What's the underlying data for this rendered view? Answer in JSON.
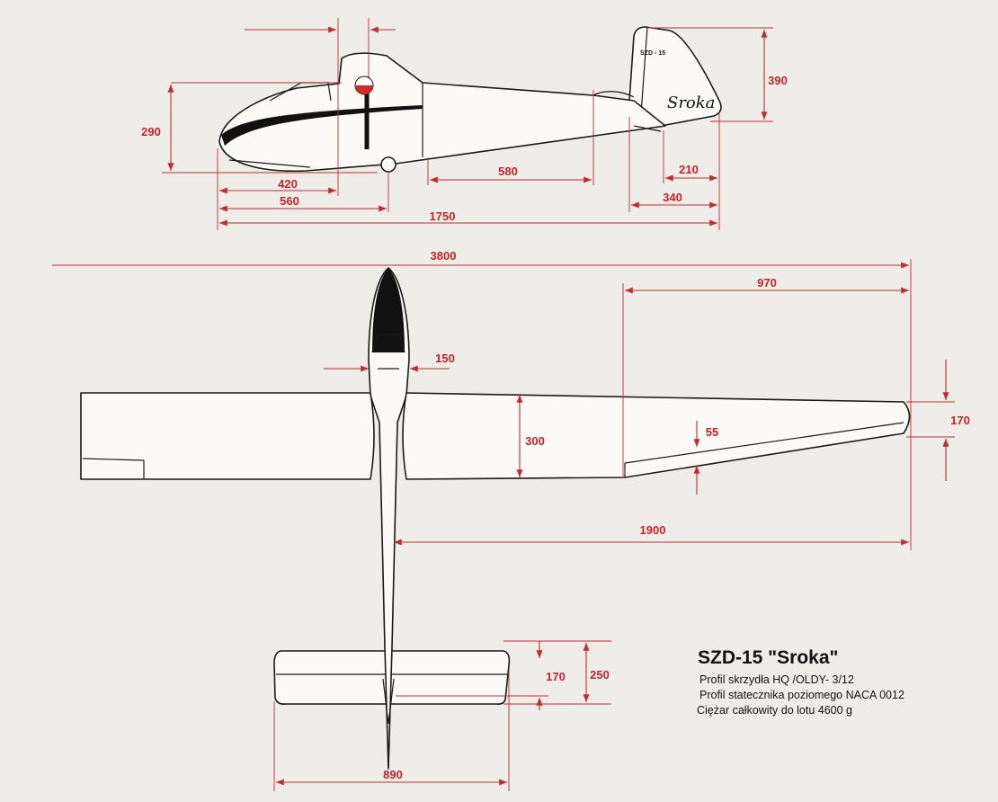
{
  "title": "SZD-15 \"Sroka\"",
  "info_lines": [
    "Profil skrzydła HQ /OLDY- 3/12",
    "Profil statecznika poziomego NACA 0012",
    "Ciężar całkowity do lotu 4600 g"
  ],
  "fin_markings": {
    "registration": "SZD - 15",
    "name": "Sroka"
  },
  "side_view_dimensions": {
    "fuselage_height": "290",
    "fin_height": "390",
    "nose_to_wing_le": "420",
    "nose_to_wheel": "560",
    "wing_te_to_tailplane": "580",
    "tail_210": "210",
    "tail_340": "340",
    "fuselage_length": "1750"
  },
  "top_view_dimensions": {
    "wingspan": "3800",
    "aileron_length": "970",
    "fuselage_width": "150",
    "root_chord": "300",
    "aileron_chord": "55",
    "tip_chord": "170",
    "half_span_from_axis": "1900",
    "elevator_chord": "170",
    "tailplane_chord": "250",
    "tailplane_span": "890"
  },
  "colors": {
    "dimension": "#c8202a",
    "background": "#efede8",
    "outline": "#1a1a1a"
  }
}
